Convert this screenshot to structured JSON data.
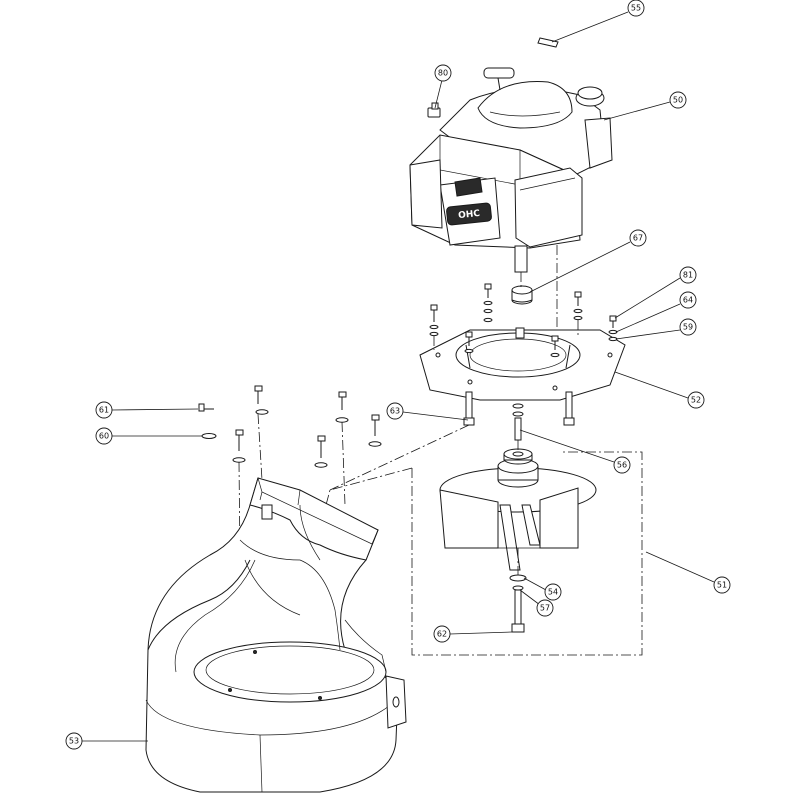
{
  "diagram": {
    "callouts": [
      {
        "id": "c55",
        "label": "55"
      },
      {
        "id": "c80",
        "label": "80"
      },
      {
        "id": "c50",
        "label": "50"
      },
      {
        "id": "c67",
        "label": "67"
      },
      {
        "id": "c81",
        "label": "81"
      },
      {
        "id": "c64",
        "label": "64"
      },
      {
        "id": "c59",
        "label": "59"
      },
      {
        "id": "c52",
        "label": "52"
      },
      {
        "id": "c61",
        "label": "61"
      },
      {
        "id": "c60",
        "label": "60"
      },
      {
        "id": "c63",
        "label": "63"
      },
      {
        "id": "c56",
        "label": "56"
      },
      {
        "id": "c54",
        "label": "54"
      },
      {
        "id": "c57",
        "label": "57"
      },
      {
        "id": "c62",
        "label": "62"
      },
      {
        "id": "c51",
        "label": "51"
      },
      {
        "id": "c53",
        "label": "53"
      }
    ],
    "engine_logo": "OHC"
  }
}
